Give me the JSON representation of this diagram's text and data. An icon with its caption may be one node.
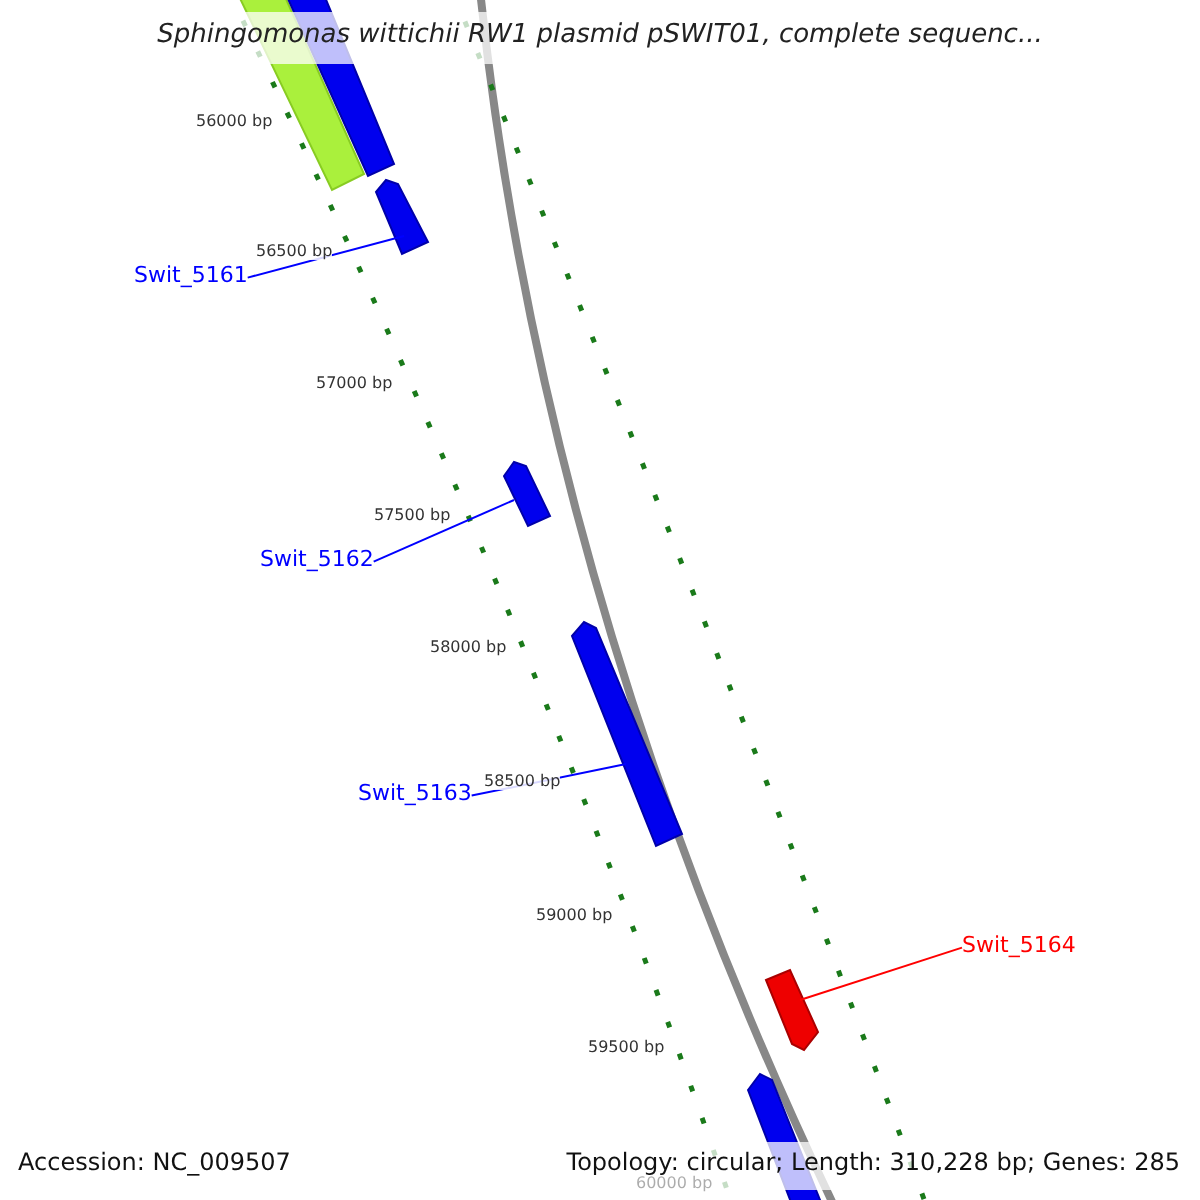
{
  "diagram": {
    "title": "Sphingomonas wittichii RW1 plasmid pSWIT01, complete sequenc...",
    "nodes": [
      {
        "text": [],
        "shape": "arrow"
      },
      {
        "text": [],
        "shape": "arrow"
      },
      {
        "text": [],
        "shape": "arrow"
      },
      {
        "text": [
          "Swit_5161"
        ]
      },
      {
        "text": [],
        "shape": "arrow"
      },
      {
        "text": [
          "Swit_5162"
        ]
      },
      {
        "text": [],
        "shape": "arrow"
      },
      {
        "text": [
          "Swit_5163"
        ]
      },
      {
        "text": [
          "Swit_5164"
        ]
      },
      {
        "text": [],
        "shape": "arrow"
      },
      {
        "text": [],
        "shape": "arrow"
      }
    ],
    "edges": [
      {
        "from": 3,
        "to": 2,
        "arrow": "none",
        "color": "#0000ff"
      },
      {
        "from": 5,
        "to": 4,
        "arrow": "none",
        "color": "#0000ff"
      },
      {
        "from": 7,
        "to": 6,
        "arrow": "none",
        "color": "#0000ff"
      },
      {
        "from": 8,
        "to": 9,
        "arrow": "none",
        "color": "#ff0000"
      }
    ],
    "labels": [
      "56000 bp",
      "56500 bp",
      "57000 bp",
      "57500 bp",
      "58000 bp",
      "58500 bp",
      "59000 bp",
      "59500 bp",
      "60000 bp",
      "Accession: NC_009507",
      "Topology: circular; Length: 310,228 bp; Genes: 285"
    ]
  }
}
